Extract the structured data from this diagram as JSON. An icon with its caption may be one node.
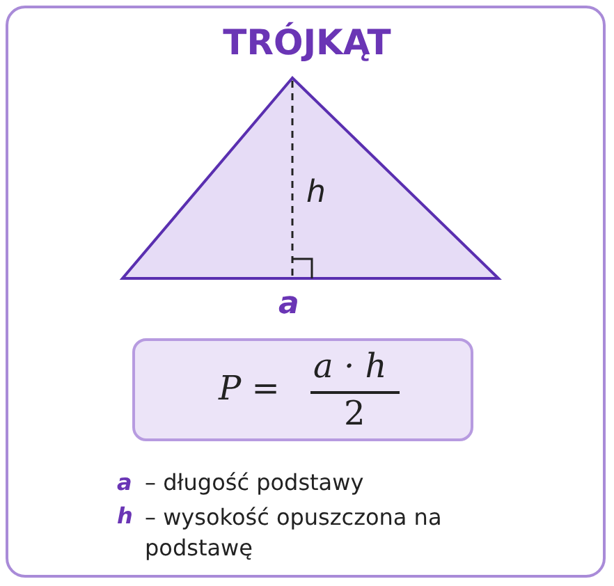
{
  "diagram": {
    "title": "TRÓJKĄT",
    "nodes": [
      {
        "text": [
          "h"
        ],
        "beside": [
          "a"
        ]
      },
      {
        "text": [
          "P =",
          "a · h",
          "2"
        ]
      }
    ],
    "edges": [],
    "labels": [
      "a",
      "– długość podstawy",
      "h",
      "– wysokość opuszczona na podstawę"
    ]
  }
}
